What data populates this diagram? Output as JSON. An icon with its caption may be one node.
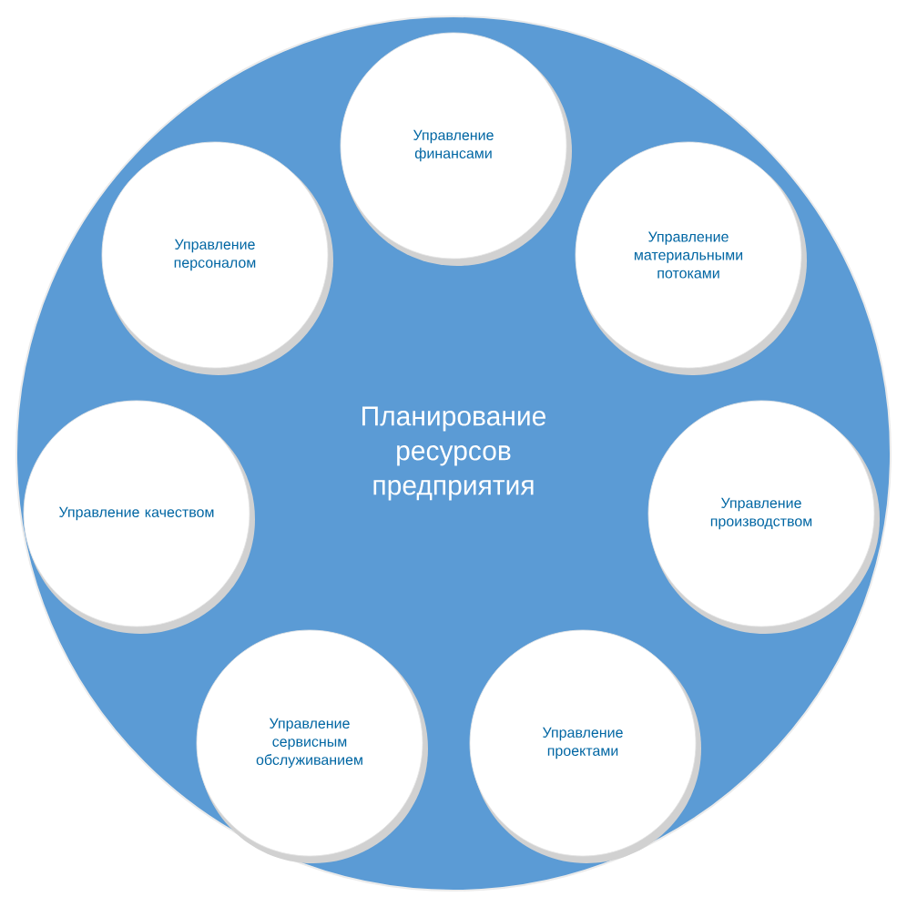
{
  "diagram": {
    "nodes": [
      {
        "text": [
          "Планирование ресурсов предприятия"
        ]
      },
      {
        "text": [
          "Управление финансами"
        ],
        "in": 0
      },
      {
        "text": [
          "Управление персоналом"
        ],
        "in": 0
      },
      {
        "text": [
          "Управление материальными потоками"
        ],
        "in": 0
      },
      {
        "text": [
          "Управление качеством"
        ],
        "in": 0
      },
      {
        "text": [
          "Управление производством"
        ],
        "in": 0
      },
      {
        "text": [
          "Управление сервисным обслуживанием"
        ],
        "in": 0
      },
      {
        "text": [
          "Управление проектами"
        ],
        "in": 0
      }
    ]
  }
}
